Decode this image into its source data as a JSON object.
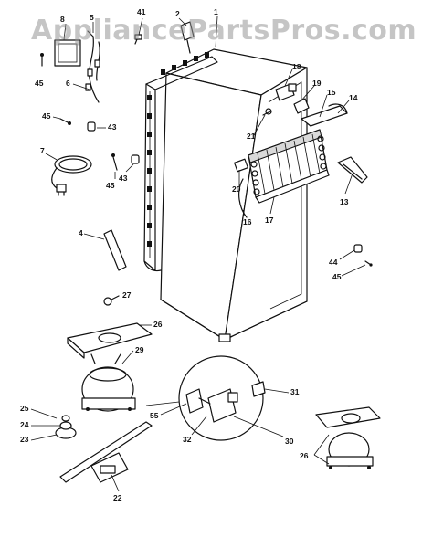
{
  "watermark": "AppliancePartsPros.com",
  "colors": {
    "ink": "#111111",
    "background": "#ffffff",
    "watermark": "#969696"
  },
  "callouts": {
    "n1": "1",
    "n2": "2",
    "n4": "4",
    "n5": "5",
    "n6": "6",
    "n7": "7",
    "n8": "8",
    "n13": "13",
    "n14": "14",
    "n15": "15",
    "n16": "16",
    "n17": "17",
    "n18": "18",
    "n19": "19",
    "n20": "20",
    "n21": "21",
    "n22": "22",
    "n23": "23",
    "n24": "24",
    "n25": "25",
    "n26a": "26",
    "n26b": "26",
    "n27": "27",
    "n29": "29",
    "n30": "30",
    "n31": "31",
    "n32": "32",
    "n41": "41",
    "n43a": "43",
    "n43b": "43",
    "n44": "44",
    "n45a": "45",
    "n45b": "45",
    "n45c": "45",
    "n45d": "45",
    "n55": "55"
  }
}
